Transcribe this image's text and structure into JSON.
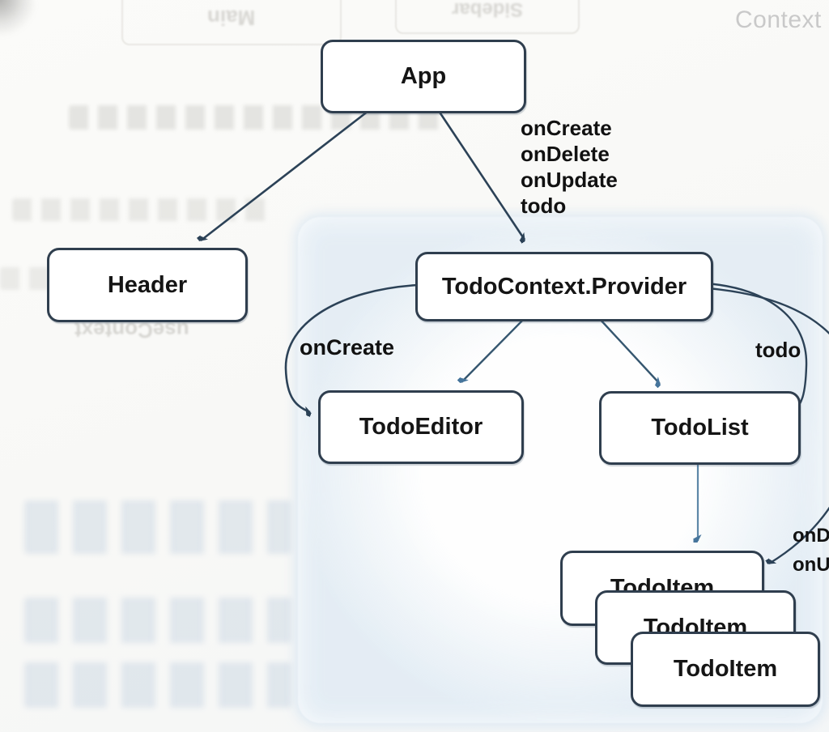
{
  "figure": {
    "context_label": "Context",
    "nodes": {
      "app": "App",
      "header": "Header",
      "provider": "TodoContext.Provider",
      "editor": "TodoEditor",
      "list": "TodoList",
      "item1": "TodoItem",
      "item2": "TodoItem",
      "item3": "TodoItem"
    },
    "edge_labels": {
      "props": [
        "onCreate",
        "onDelete",
        "onUpdate",
        "todo"
      ],
      "on_create": "onCreate",
      "todo": "todo",
      "on_delete": "onDelete",
      "on_update": "onUpdate"
    },
    "colors": {
      "box_border": "#2f3e4e",
      "arrow_line": "#30495f",
      "arrowhead_dark": "#2c4257",
      "arrowhead_blue": "#46759c",
      "context_fill": "#d5e5f3",
      "context_label": "#c9c9c9"
    },
    "ghost_bleedthrough": {
      "main": "Main",
      "sidebar": "Sidebar",
      "use_context": "useContext"
    }
  }
}
